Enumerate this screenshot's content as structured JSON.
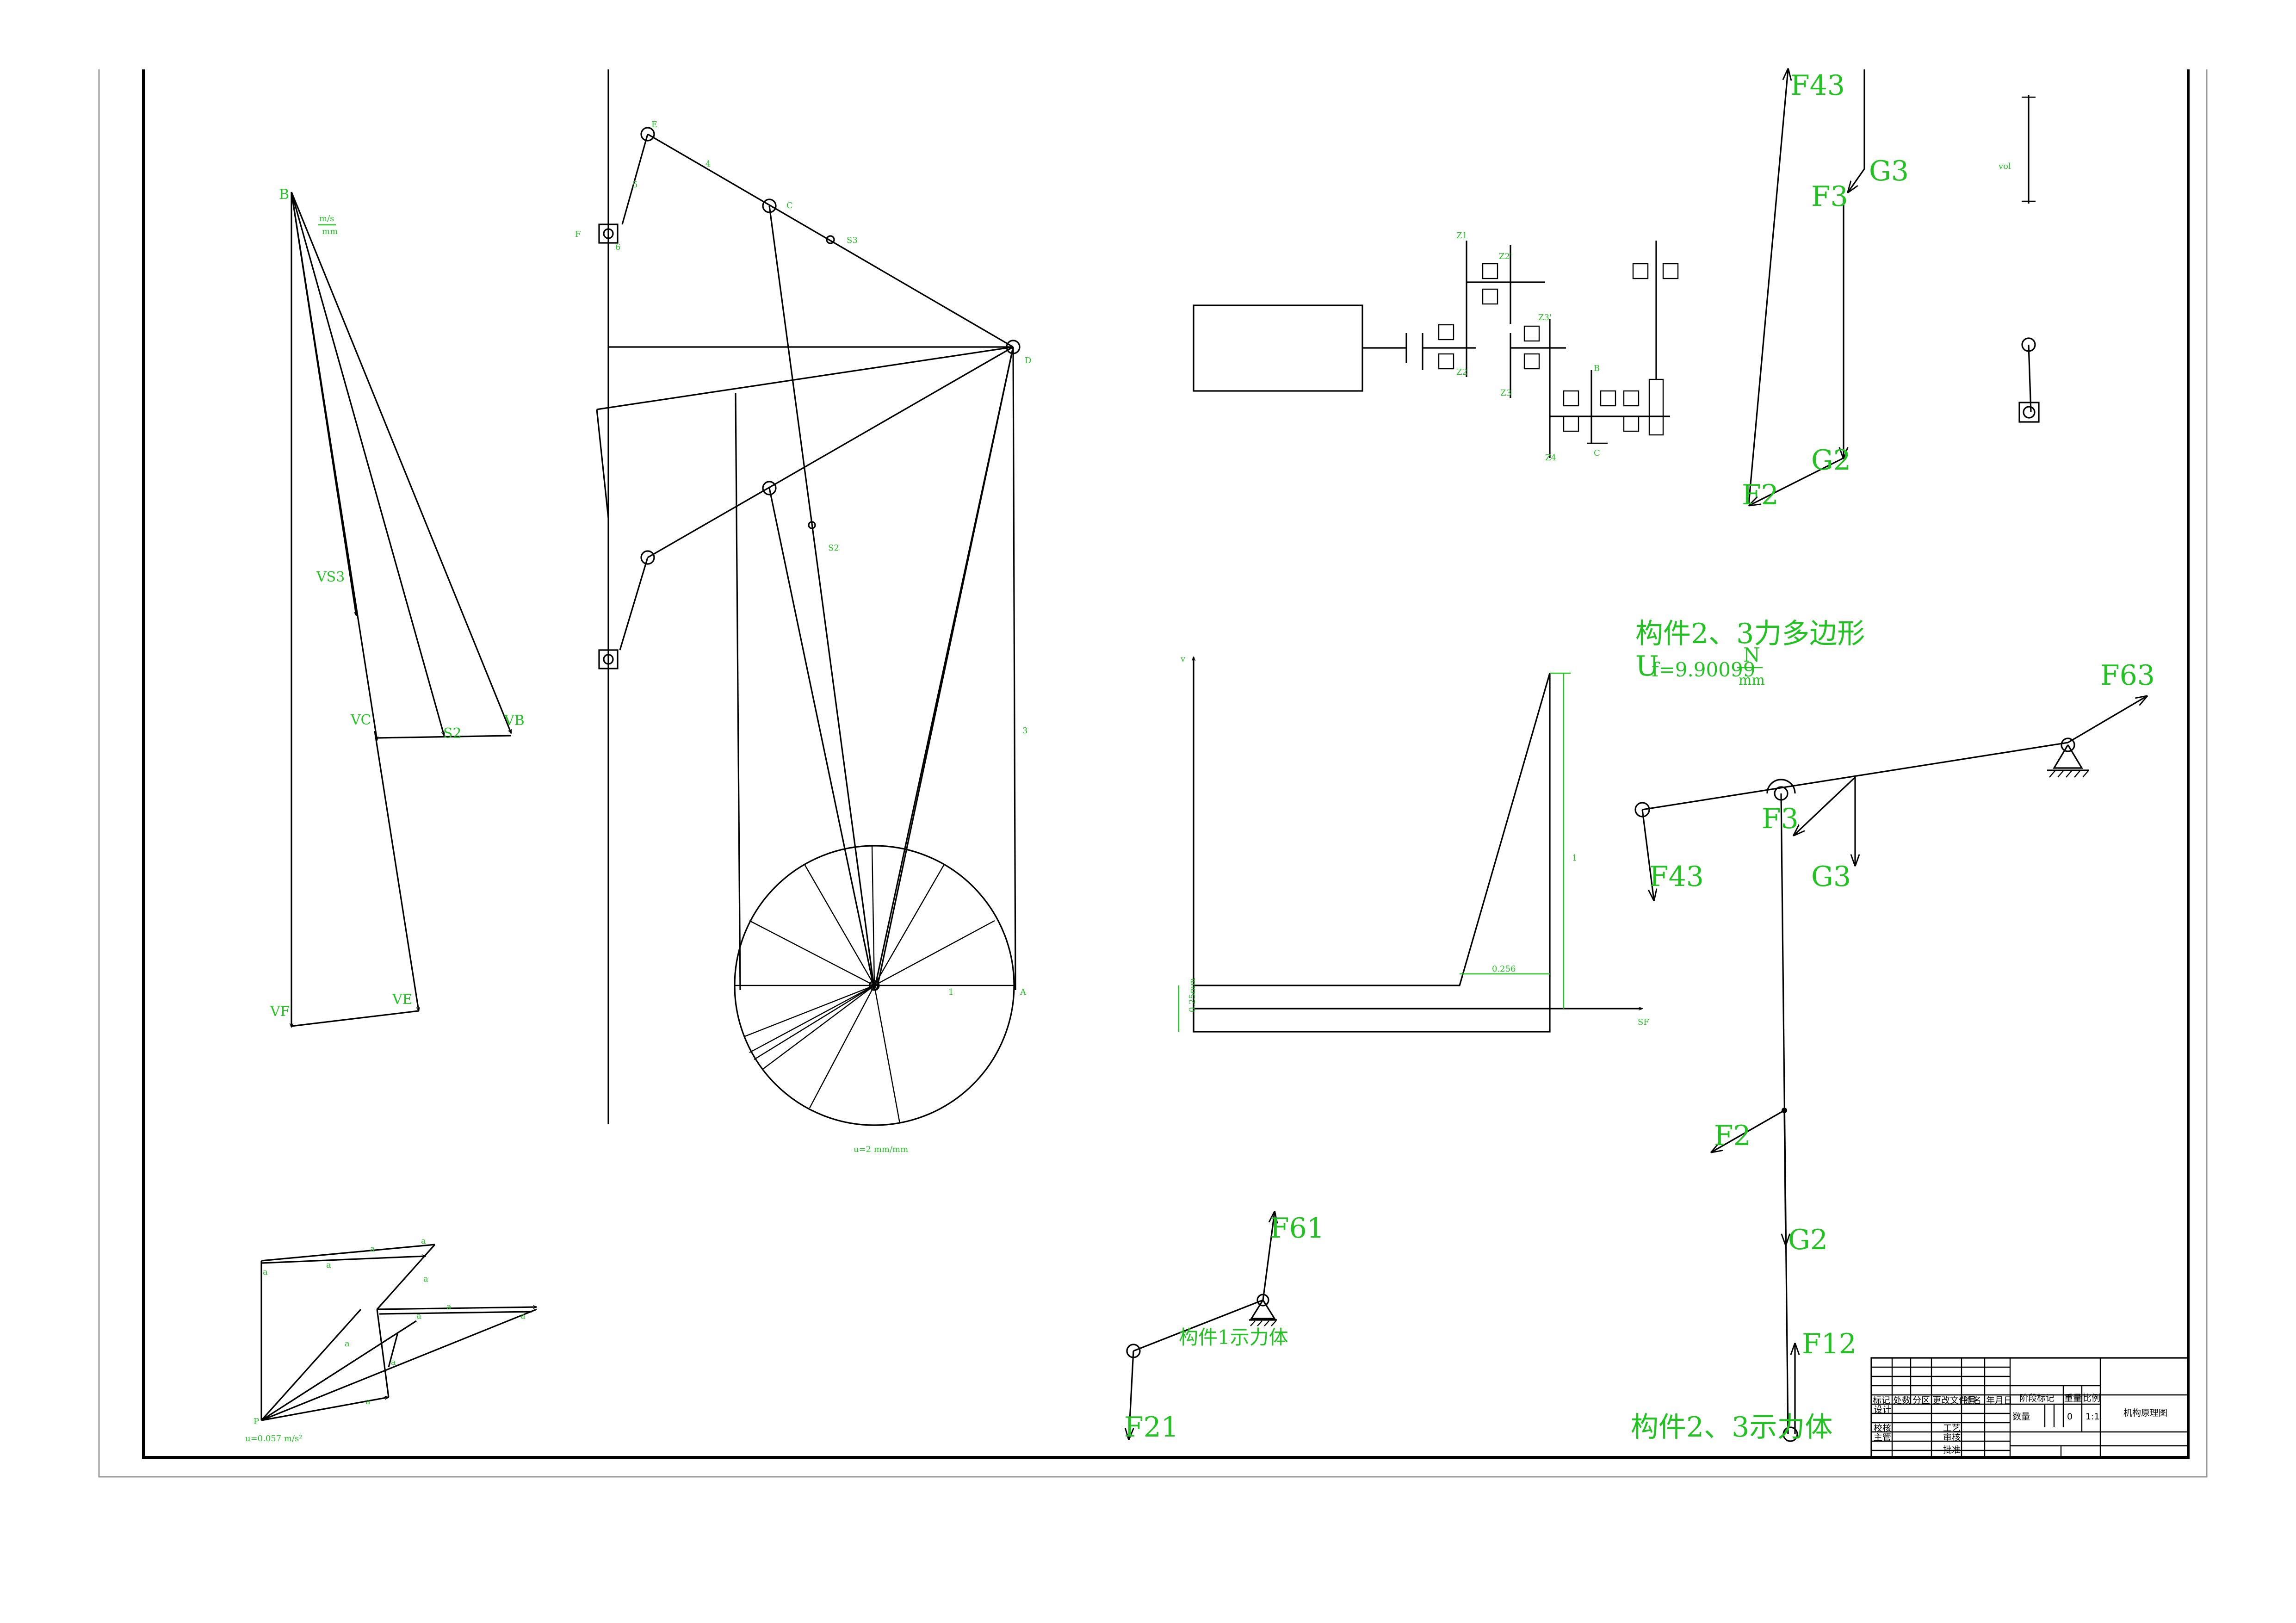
{
  "panels": {
    "velocity": {
      "labels": {
        "B": "B",
        "VS3": "VS3",
        "VC": "VC",
        "S2": "S2",
        "VB": "VB",
        "VF": "VF",
        "VE": "VE"
      },
      "scale": {
        "top": "m/s",
        "bottom": "mm"
      }
    },
    "mechanism": {
      "labels": {
        "S3": "S3",
        "S2": "S2",
        "one": "1",
        "C": "C"
      }
    },
    "force3": {
      "title": "构件2、3力多边形",
      "scale_prefix": "U",
      "scale_value": "f=9.90099",
      "scale_num": "N",
      "scale_den": "mm",
      "labels": {
        "F43": "F43",
        "G3": "G3",
        "F3": "F3",
        "G2": "G2",
        "F2": "F2"
      }
    },
    "fbd23": {
      "labels": {
        "F63": "F63",
        "F3": "F3",
        "F43": "F43",
        "G3": "G3",
        "F2": "F2",
        "G2": "G2",
        "F12": "F12"
      },
      "caption": "构件2、3示力体"
    },
    "fbd1": {
      "labels": {
        "F61": "F61",
        "F21": "F21"
      },
      "caption": "构件1示力体"
    },
    "gears": {
      "labels": {
        "Z1": "Z1",
        "Z2": "Z2",
        "Z2p": "Z2'",
        "Z3": "Z3",
        "Z3p": "Z3'",
        "Z4": "Z4",
        "B": "B",
        "C": "C"
      }
    }
  },
  "title_block": {
    "headers": [
      "标记",
      "处数",
      "分区",
      "更改文件号",
      "签名",
      "年月日"
    ],
    "roles": [
      "设计",
      "校核",
      "主管"
    ],
    "roles2": [
      "工艺",
      "审核",
      "批准"
    ],
    "stage": "阶段标记",
    "weight": "重量",
    "scale": "比例",
    "count": "数量",
    "scale_value": "1:1",
    "sheet_no": "0",
    "drawing_name": "机构原理图"
  }
}
